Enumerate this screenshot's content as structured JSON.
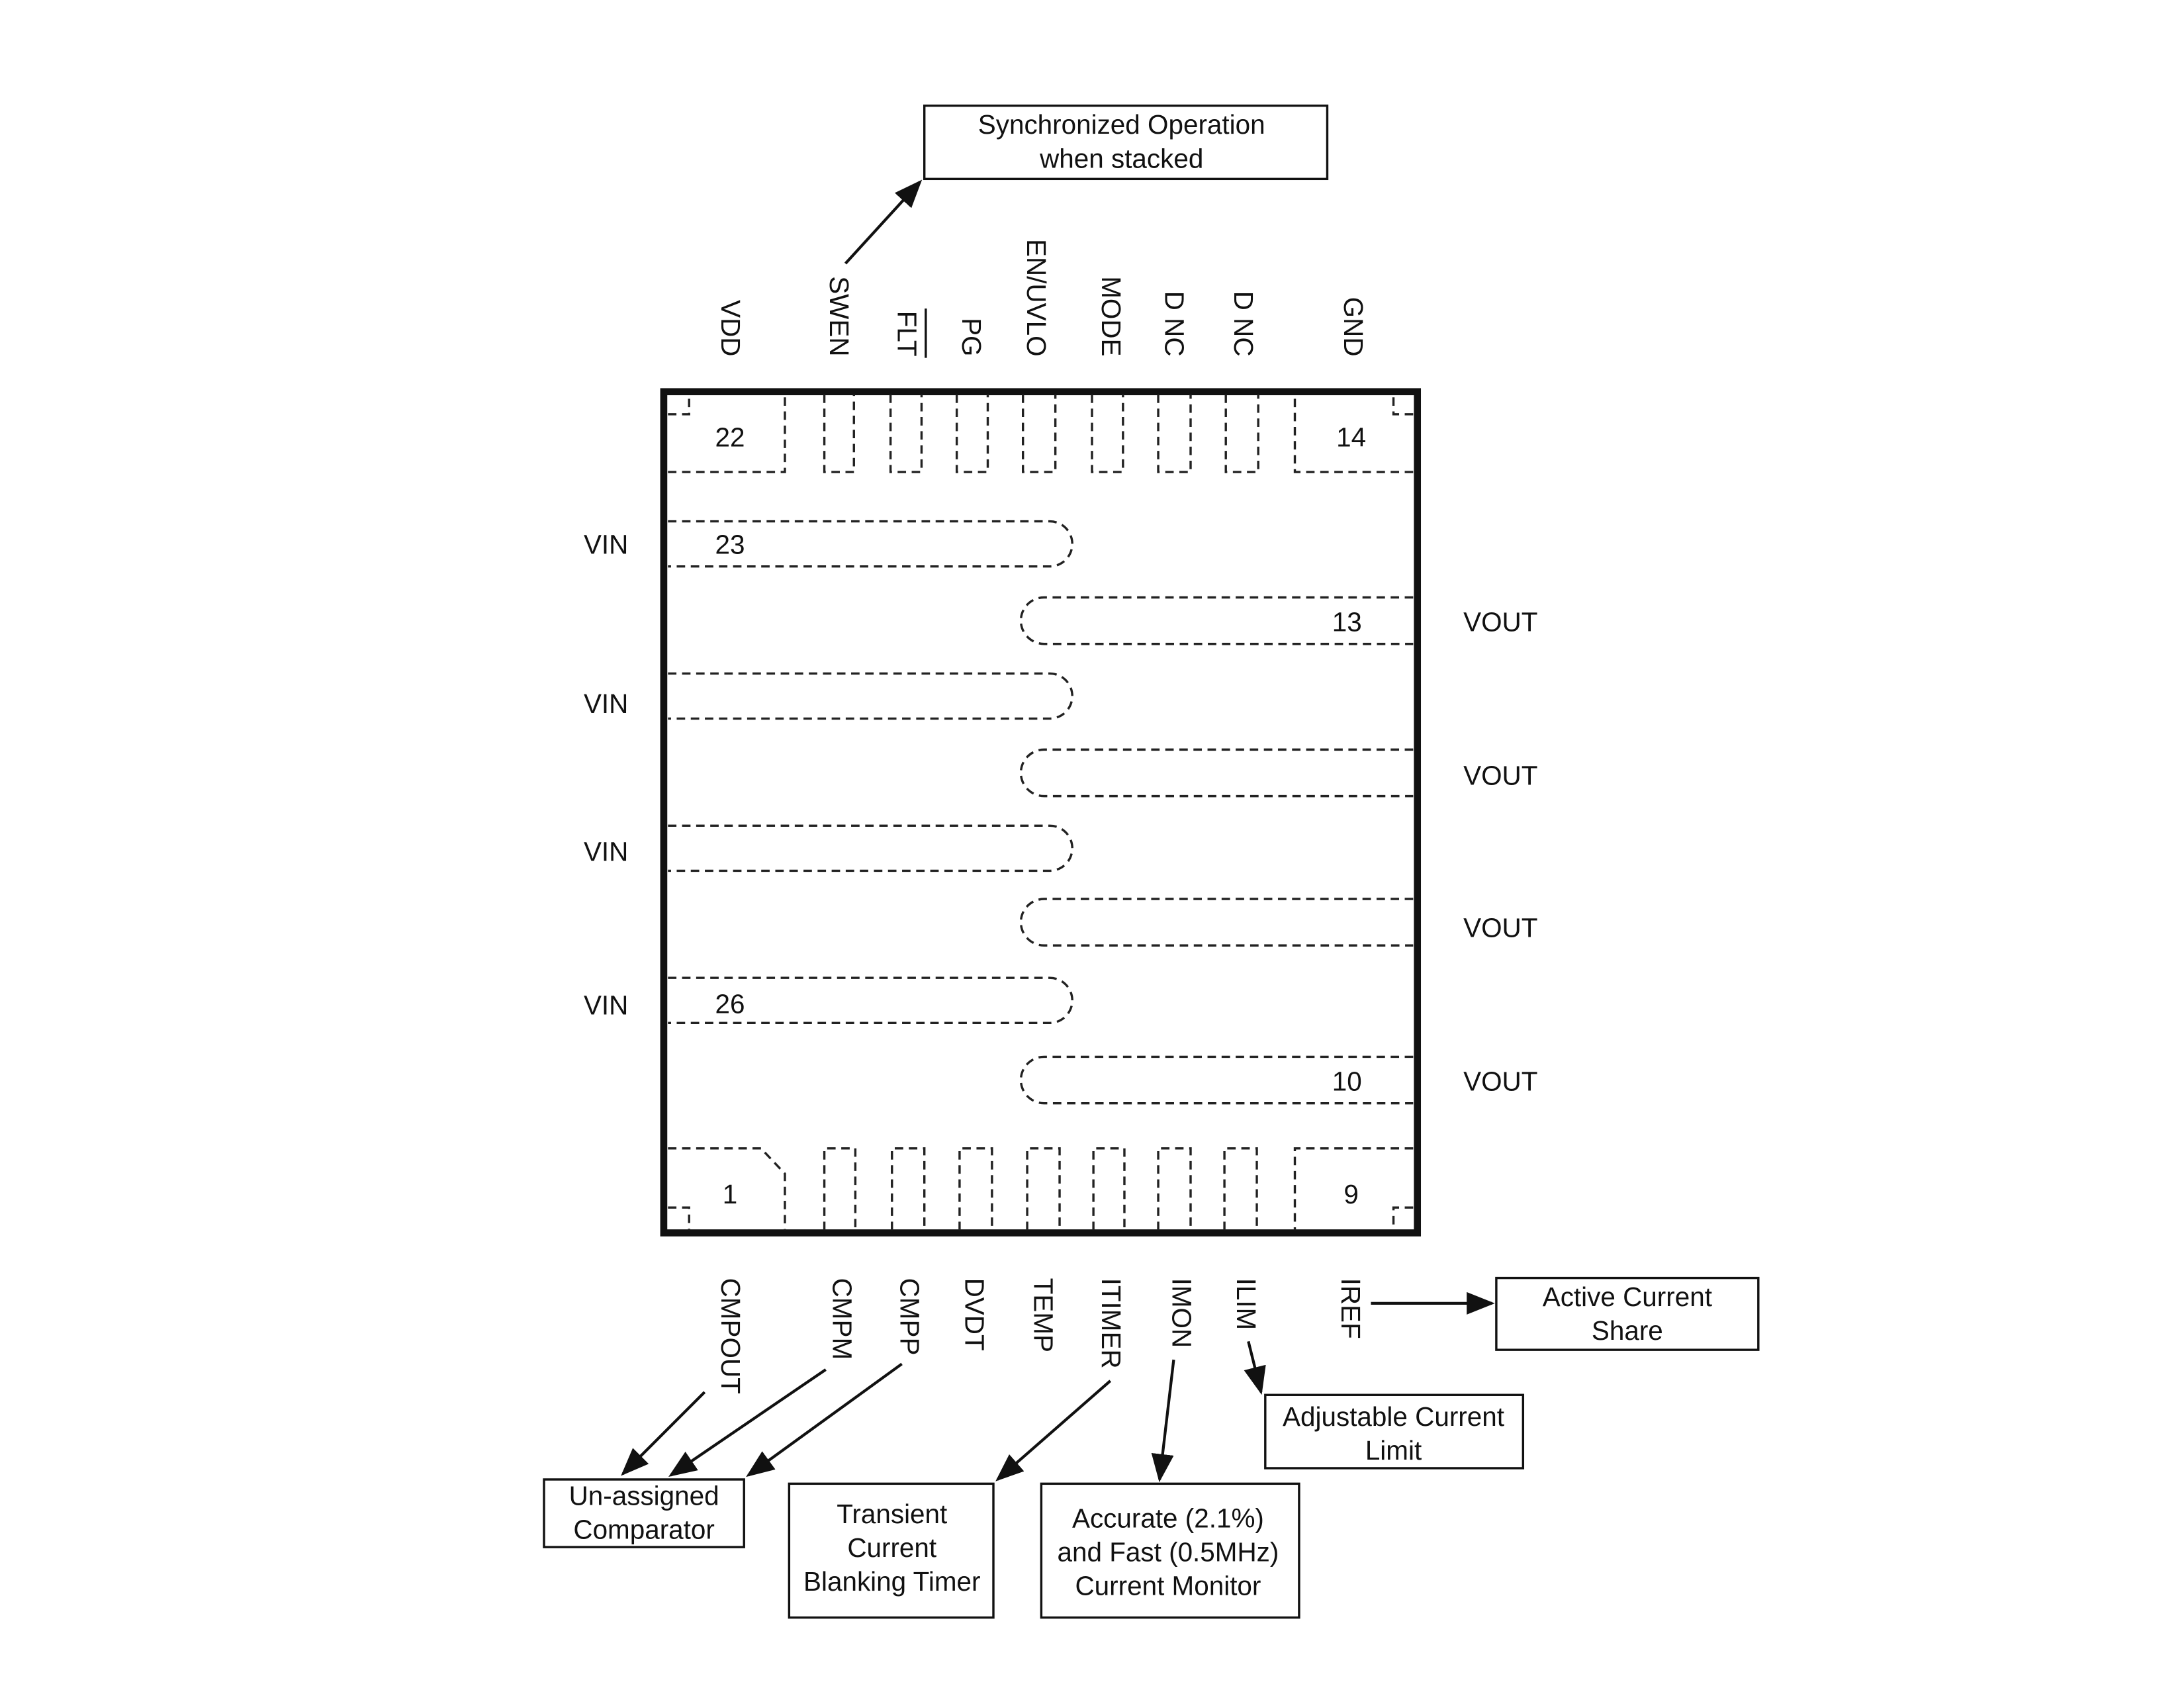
{
  "top_pins": [
    {
      "label": "VDD"
    },
    {
      "label": "SWEN"
    },
    {
      "label": "FLT",
      "overline": true
    },
    {
      "label": "PG"
    },
    {
      "label": "EN/UVLO"
    },
    {
      "label": "MODE"
    },
    {
      "label": "D NC"
    },
    {
      "label": "D NC"
    },
    {
      "label": "GND"
    }
  ],
  "bottom_pins": [
    {
      "label": "CMPOUT"
    },
    {
      "label": "CMPM"
    },
    {
      "label": "CMPP"
    },
    {
      "label": "DVDT"
    },
    {
      "label": "TEMP"
    },
    {
      "label": "ITIMER"
    },
    {
      "label": "IMON"
    },
    {
      "label": "ILIM"
    },
    {
      "label": "IREF"
    }
  ],
  "left_pins": [
    "VIN",
    "VIN",
    "VIN",
    "VIN"
  ],
  "right_pins": [
    "VOUT",
    "VOUT",
    "VOUT",
    "VOUT"
  ],
  "pin_numbers": {
    "p22": "22",
    "p14": "14",
    "p23": "23",
    "p13": "13",
    "p26": "26",
    "p10": "10",
    "p1": "1",
    "p9": "9"
  },
  "callouts": {
    "sync": [
      "Synchronized Operation",
      "when stacked"
    ],
    "active_share": [
      "Active Current",
      "Share"
    ],
    "adj_limit": [
      "Adjustable Current",
      "Limit"
    ],
    "comparator": [
      "Un-assigned",
      "Comparator"
    ],
    "timer": [
      "Transient",
      "Current",
      "Blanking Timer"
    ],
    "monitor": [
      "Accurate (2.1%)",
      "and Fast (0.5MHz)",
      "Current Monitor"
    ]
  }
}
